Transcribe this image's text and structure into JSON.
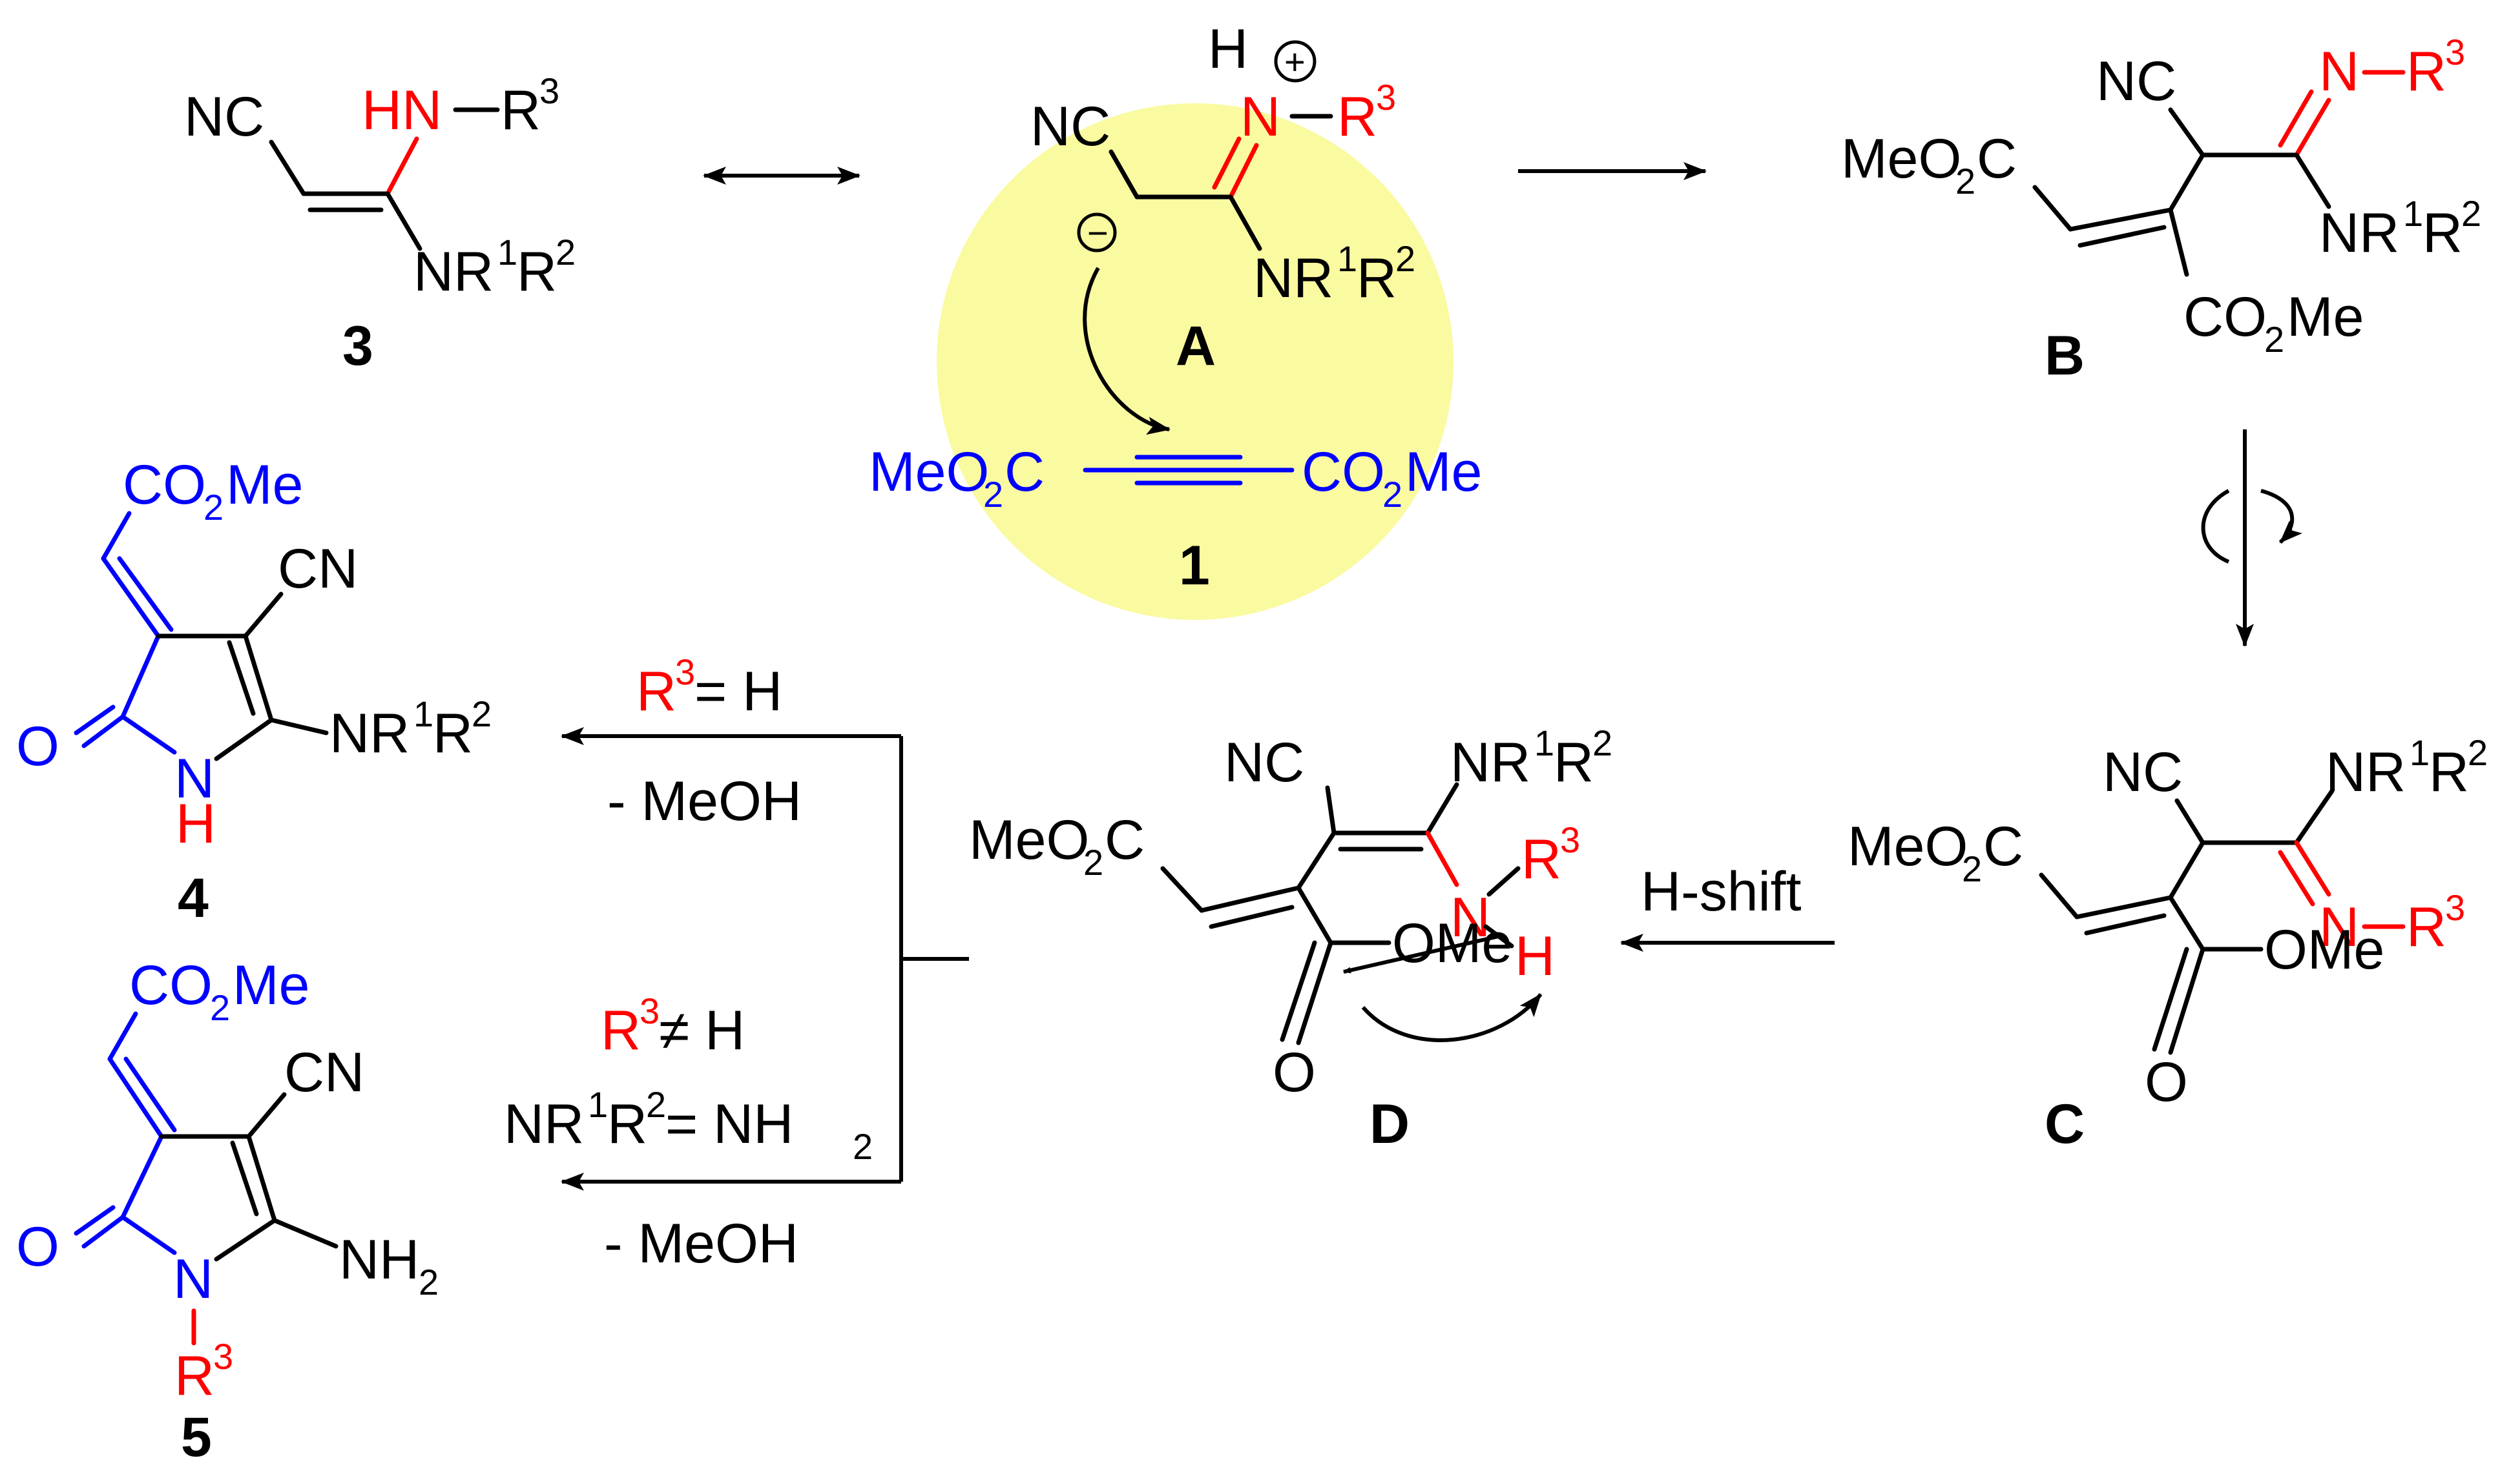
{
  "colors": {
    "black": "#000000",
    "red": "#ff0000",
    "blue": "#0000ff",
    "highlight": "#fafaa0"
  },
  "labels": {
    "nc": "NC",
    "cn": "CN",
    "hn": "HN",
    "r": "R",
    "r3sup": "3",
    "nr": "NR",
    "sup1": "1",
    "r2": "R",
    "sup2": "2",
    "n": "N",
    "h": "H",
    "meo": "MeO",
    "two": "2",
    "c": "C",
    "co": "CO",
    "me": "Me",
    "ome": "OMe",
    "o": "O",
    "nh": "NH",
    "plus": "+",
    "minus": "−"
  },
  "compounds": {
    "c3": "3",
    "cA": "A",
    "c1": "1",
    "cB": "B",
    "cC": "C",
    "cD": "D",
    "c4": "4",
    "c5": "5"
  },
  "conditions": {
    "hshift": "H-shift",
    "r3_eq_h_r": "R",
    "r3_eq_h_sup": "3",
    "r3_eq_h_rest": " = H",
    "meoh": "- MeOH",
    "r3_neq_h_r": "R",
    "r3_neq_h_sup": "3",
    "r3_neq_h_rest": " ≠ H",
    "nr1r2_eq_nh2": "NR",
    "nr1r2_sup1": "1",
    "nr1r2_mid": "R",
    "nr1r2_sup2": "2",
    "nr1r2_rest": " = NH",
    "nr1r2_sub": "2"
  }
}
